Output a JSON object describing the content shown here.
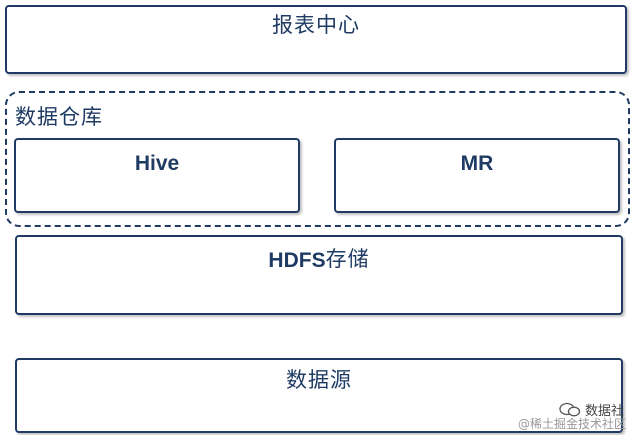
{
  "layers": {
    "report_center": "报表中心",
    "data_warehouse": {
      "title": "数据仓库",
      "components": [
        "Hive",
        "MR"
      ]
    },
    "storage": {
      "prefix": "HDFS",
      "suffix": "存储"
    },
    "data_source": "数据源"
  },
  "watermark": {
    "account": "数据社",
    "site": "@稀土掘金技术社区"
  },
  "colors": {
    "stroke": "#1f3b63",
    "text": "#1f3b63",
    "background": "#ffffff"
  }
}
